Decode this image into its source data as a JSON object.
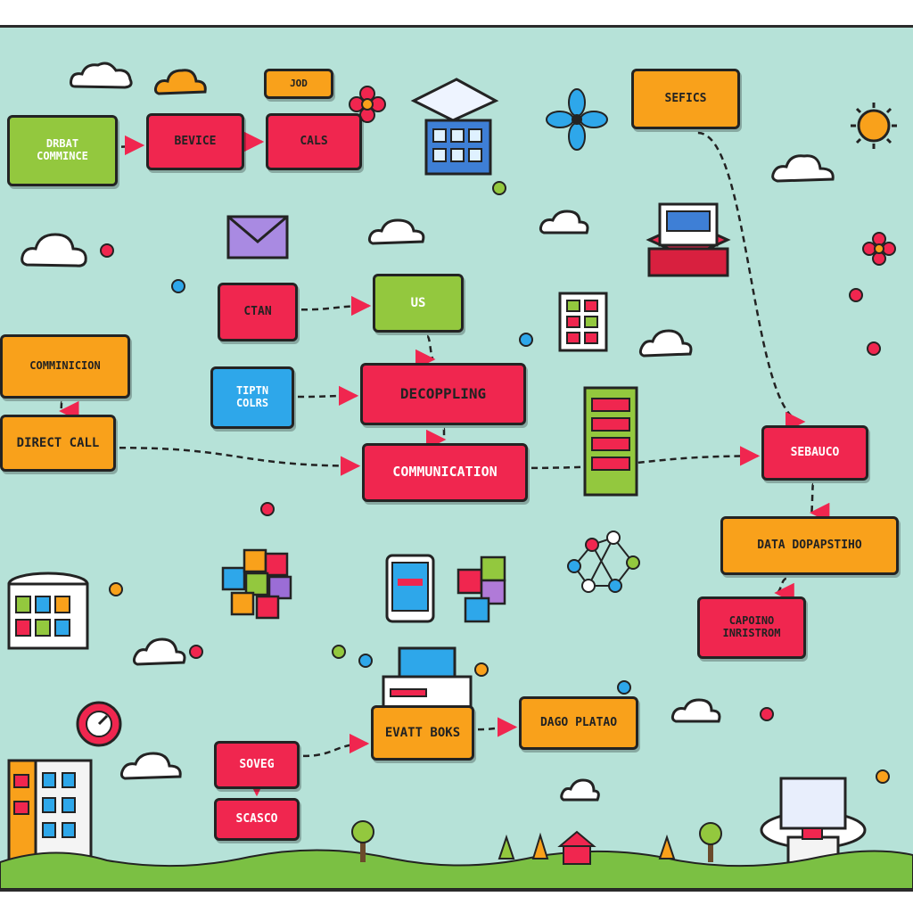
{
  "palette": {
    "background": "#b6e2d8",
    "line": "#232323",
    "red": "#f0264f",
    "orange": "#f9a11b",
    "green": "#93c83e",
    "blue": "#2ea7ea",
    "grass": "#7bc043"
  },
  "nodes": [
    {
      "id": "direct-commerce",
      "lines": [
        "DRBAT",
        "COMMINCE"
      ],
      "color": "green",
      "text_color": "#ffffff"
    },
    {
      "id": "service-top",
      "lines": [
        "BEVICE"
      ],
      "color": "red",
      "text_color": "#222222"
    },
    {
      "id": "calls",
      "lines": [
        "CALS"
      ],
      "color": "red",
      "text_color": "#222222"
    },
    {
      "id": "job",
      "lines": [
        "JOD"
      ],
      "color": "orange",
      "text_color": "#222222"
    },
    {
      "id": "services-top-right",
      "lines": [
        "SEFICS"
      ],
      "color": "orange",
      "text_color": "#222222"
    },
    {
      "id": "ctan",
      "lines": [
        "CTAN"
      ],
      "color": "red",
      "text_color": "#222222"
    },
    {
      "id": "us",
      "lines": [
        "US"
      ],
      "color": "green",
      "text_color": "#ffffff"
    },
    {
      "id": "comminicion",
      "lines": [
        "COMMINICION"
      ],
      "color": "orange",
      "text_color": "#222222"
    },
    {
      "id": "direct-call",
      "lines": [
        "DIRECT CALL"
      ],
      "color": "orange",
      "text_color": "#222222"
    },
    {
      "id": "tiptn-colrs",
      "lines": [
        "TIPTN",
        "COLRS"
      ],
      "color": "blue",
      "text_color": "#ffffff"
    },
    {
      "id": "decoupling",
      "lines": [
        "DECOPPLING"
      ],
      "color": "red",
      "text_color": "#222222"
    },
    {
      "id": "communication",
      "lines": [
        "COMMUNICATION"
      ],
      "color": "red",
      "text_color": "#ffffff"
    },
    {
      "id": "sebauco",
      "lines": [
        "SEBAUCO"
      ],
      "color": "red",
      "text_color": "#ffffff"
    },
    {
      "id": "data-dopapstiho",
      "lines": [
        "DATA DOPAPSTIHO"
      ],
      "color": "orange",
      "text_color": "#222222"
    },
    {
      "id": "capoino-inristrom",
      "lines": [
        "CAPOINO",
        "INRISTROM"
      ],
      "color": "red",
      "text_color": "#222222"
    },
    {
      "id": "evatt-boks",
      "lines": [
        "EVATT BOKS"
      ],
      "color": "orange",
      "text_color": "#222222"
    },
    {
      "id": "dago-platao",
      "lines": [
        "DAGO PLATAO"
      ],
      "color": "orange",
      "text_color": "#222222"
    },
    {
      "id": "soveg",
      "lines": [
        "SOVEG"
      ],
      "color": "red",
      "text_color": "#ffffff"
    },
    {
      "id": "scasco",
      "lines": [
        "SCASCO"
      ],
      "color": "red",
      "text_color": "#ffffff"
    }
  ],
  "edges": [
    {
      "from": "direct-commerce",
      "to": "service-top"
    },
    {
      "from": "service-top",
      "to": "calls"
    },
    {
      "from": "ctan",
      "to": "us"
    },
    {
      "from": "us",
      "to": "decoupling"
    },
    {
      "from": "tiptn-colrs",
      "to": "decoupling"
    },
    {
      "from": "direct-call",
      "to": "communication"
    },
    {
      "from": "decoupling",
      "to": "communication"
    },
    {
      "from": "communication",
      "to": "sebauco"
    },
    {
      "from": "sebauco",
      "to": "data-dopapstiho"
    },
    {
      "from": "data-dopapstiho",
      "to": "capoino-inristrom"
    },
    {
      "from": "soveg",
      "to": "evatt-boks"
    },
    {
      "from": "evatt-boks",
      "to": "dago-platao"
    },
    {
      "from": "services-top-right",
      "to": "sebauco"
    },
    {
      "from": "comminicion",
      "to": "direct-call"
    },
    {
      "from": "soveg",
      "to": "scasco"
    }
  ]
}
